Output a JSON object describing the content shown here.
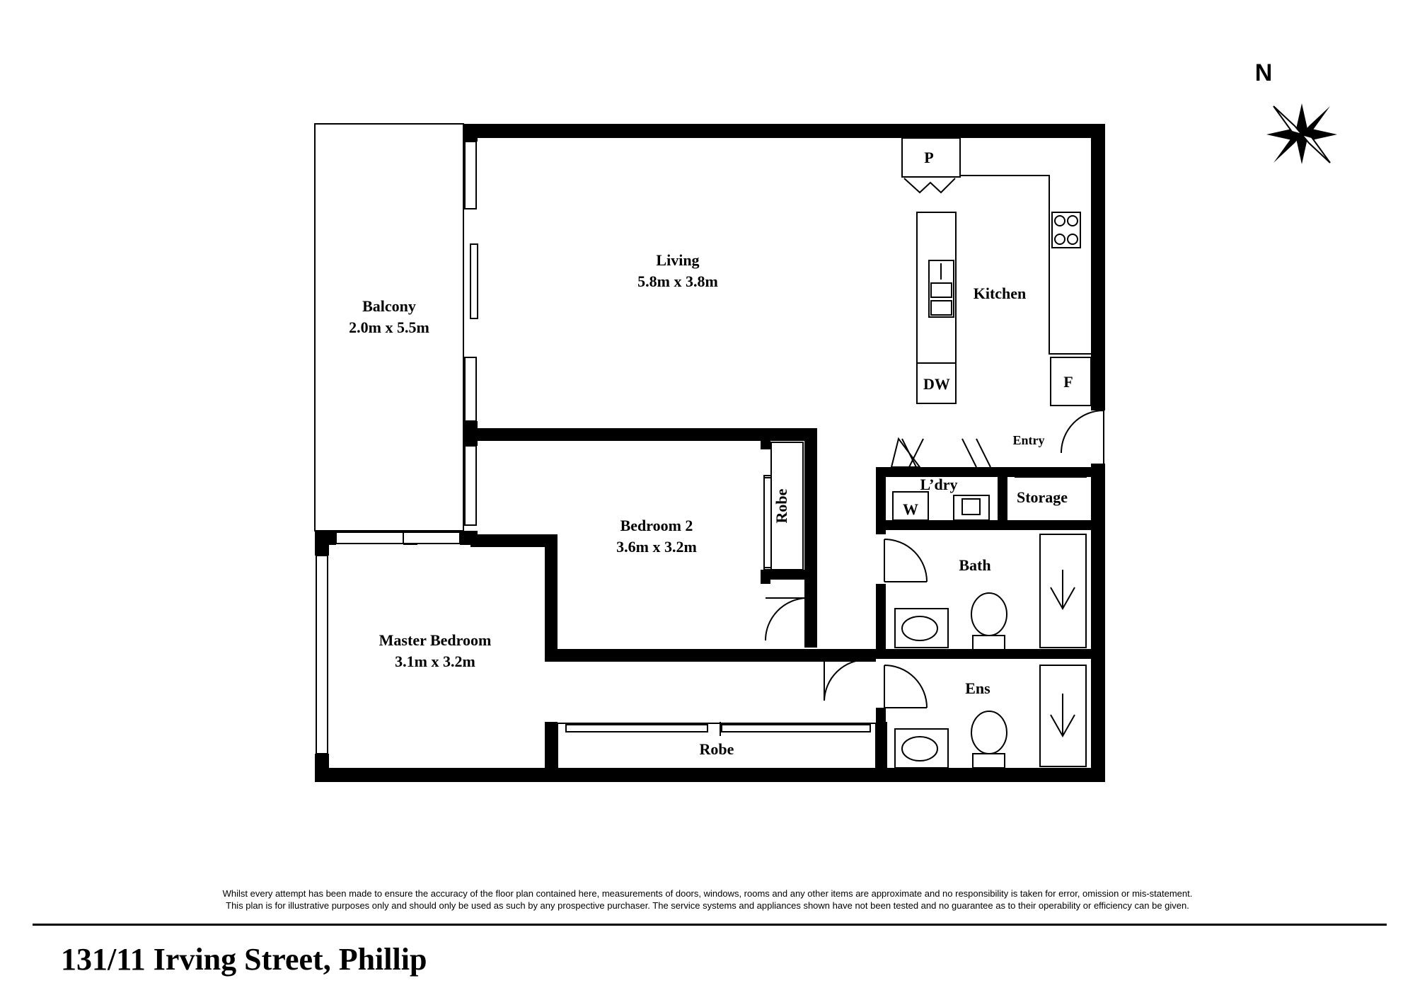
{
  "compass": {
    "label": "N",
    "icon": "compass-rose-icon"
  },
  "rooms": {
    "balcony": {
      "name": "Balcony",
      "size": "2.0m x 5.5m"
    },
    "living": {
      "name": "Living",
      "size": "5.8m x 3.8m"
    },
    "kitchen": {
      "name": "Kitchen"
    },
    "bedroom2": {
      "name": "Bedroom 2",
      "size": "3.6m x 3.2m"
    },
    "master": {
      "name": "Master Bedroom",
      "size": "3.1m x 3.2m"
    },
    "laundry": {
      "name": "L’dry"
    },
    "storage": {
      "name": "Storage"
    },
    "bath": {
      "name": "Bath"
    },
    "ensuite": {
      "name": "Ens"
    },
    "entry": {
      "name": "Entry"
    }
  },
  "fixtures": {
    "pantry": "P",
    "dishwasher": "DW",
    "fridge": "F",
    "washer": "W",
    "robe_bedroom2": "Robe",
    "robe_master": "Robe"
  },
  "footer": {
    "disclaimer_line1": "Whilst every attempt has been made to ensure the accuracy of the floor plan contained here, measurements of doors, windows, rooms and any other items are approximate and no responsibility is taken for error, omission  or mis-statement.",
    "disclaimer_line2": "This plan is for illustrative purposes only and should only be used as such by any prospective purchaser. The service systems and appliances shown have not been tested and no guarantee as to their operability or efficiency can be given.",
    "address": "131/11 Irving Street, Phillip"
  }
}
